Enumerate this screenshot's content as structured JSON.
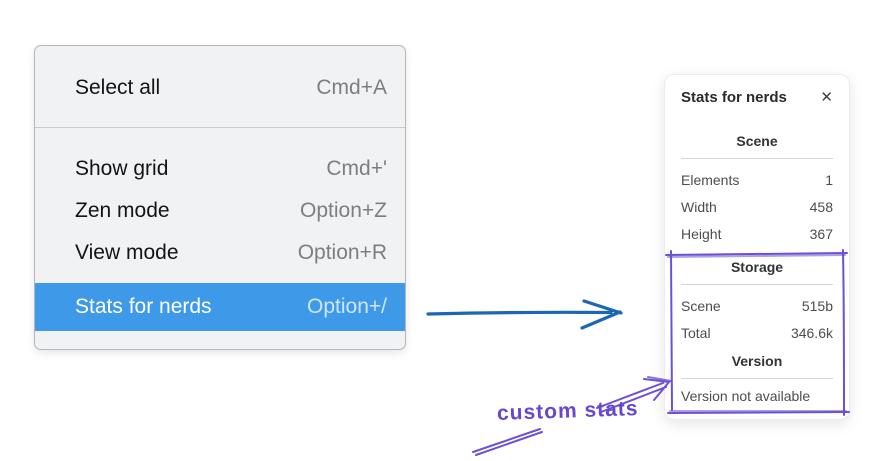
{
  "context_menu": {
    "items": [
      {
        "label": "Select all",
        "shortcut": "Cmd+A"
      },
      {
        "label": "Show grid",
        "shortcut": "Cmd+'"
      },
      {
        "label": "Zen mode",
        "shortcut": "Option+Z"
      },
      {
        "label": "View mode",
        "shortcut": "Option+R"
      },
      {
        "label": "Stats for nerds",
        "shortcut": "Option+/"
      }
    ],
    "selected_item": "Stats for nerds"
  },
  "stats_panel": {
    "title": "Stats for nerds",
    "sections": [
      {
        "heading": "Scene",
        "rows": [
          {
            "label": "Elements",
            "value": "1"
          },
          {
            "label": "Width",
            "value": "458"
          },
          {
            "label": "Height",
            "value": "367"
          }
        ]
      },
      {
        "heading": "Storage",
        "rows": [
          {
            "label": "Scene",
            "value": "515b"
          },
          {
            "label": "Total",
            "value": "346.6k"
          }
        ]
      },
      {
        "heading": "Version",
        "note": "Version not available"
      }
    ]
  },
  "annotations": {
    "custom_stats_label": "custom stats"
  },
  "icons": {
    "close": "✕"
  },
  "colors": {
    "menu_highlight": "#3e9ae9",
    "menu_highlight_text": "#ffffff",
    "arrow_blue": "#1b67b3",
    "annotation_purple": "#6c50d6"
  }
}
